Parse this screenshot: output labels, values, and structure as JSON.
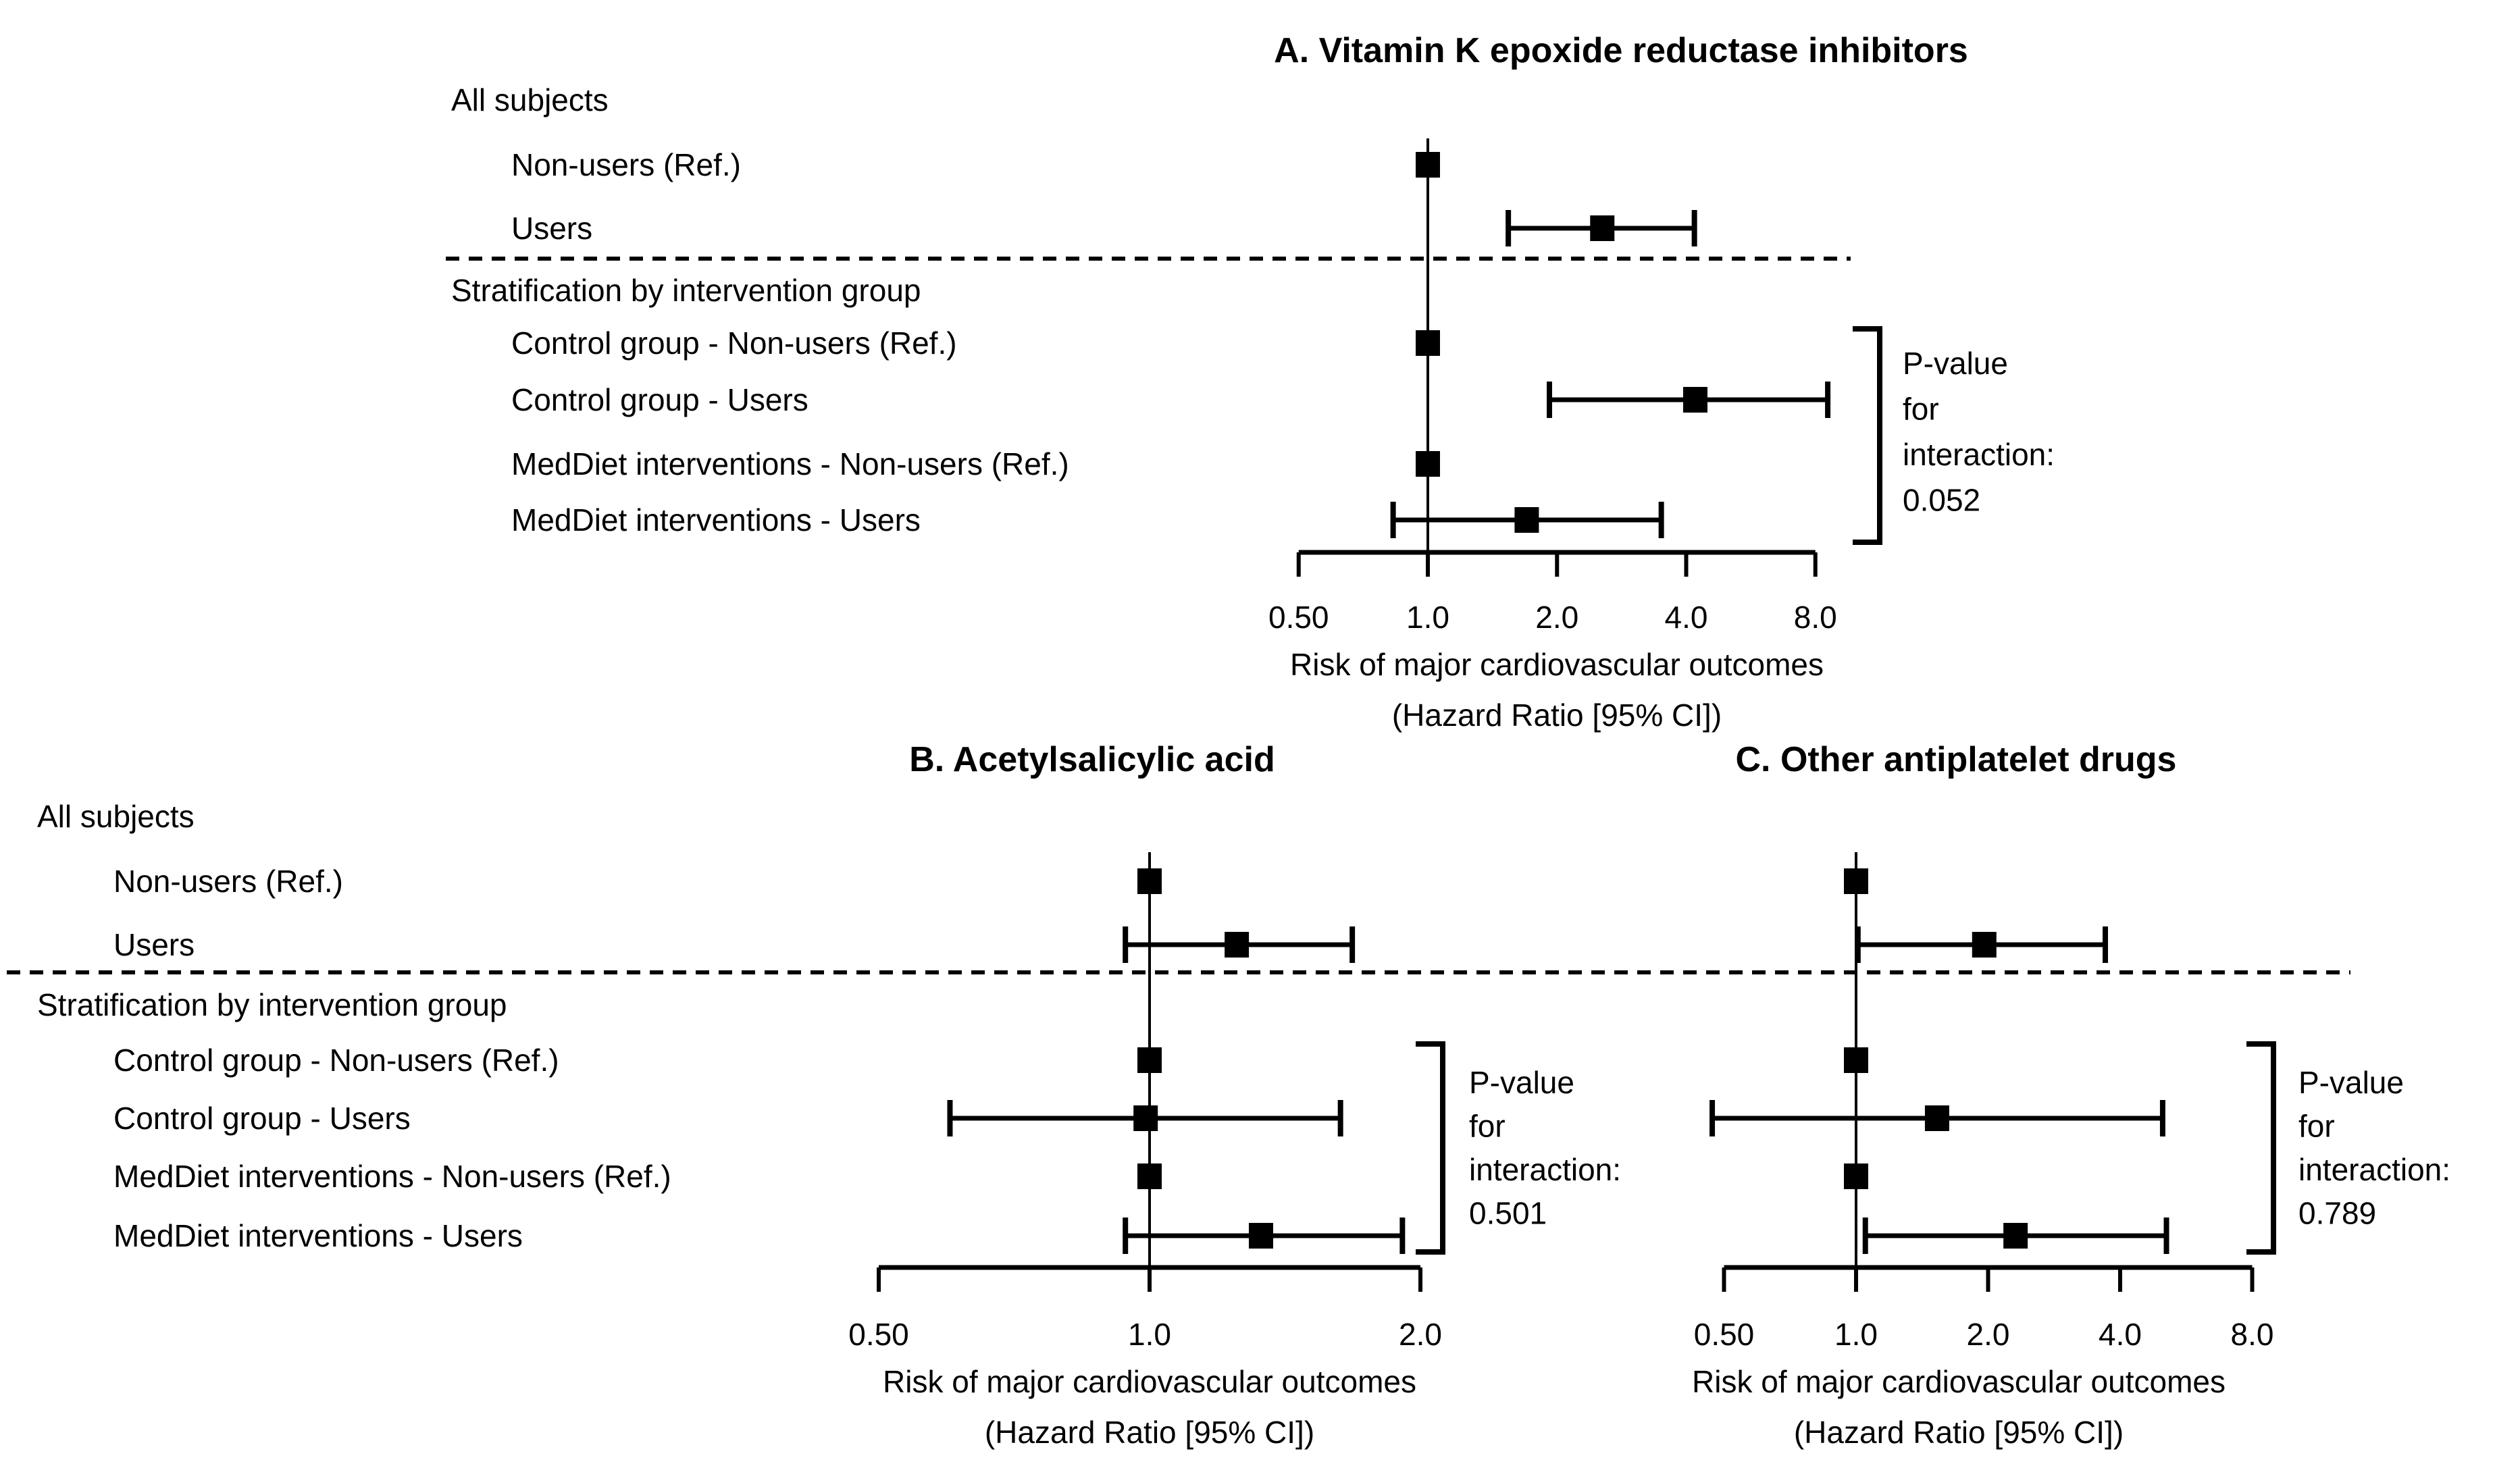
{
  "figure": {
    "background": "#ffffff",
    "ink": "#000000",
    "kind": "forest-plot-figure"
  },
  "chart_data": [
    {
      "type": "forest",
      "id": "A",
      "title": "A. Vitamin K epoxide reductase inhibitors",
      "x_axis": {
        "scale": "log2",
        "tick_values": [
          0.5,
          1.0,
          2.0,
          4.0,
          8.0
        ],
        "tick_labels": [
          "0.50",
          "1.0",
          "2.0",
          "4.0",
          "8.0"
        ],
        "title_line1": "Risk of major cardiovascular outcomes",
        "title_line2": "(Hazard Ratio [95% CI])"
      },
      "ref_value": 1.0,
      "interaction": {
        "lines": [
          "P-value",
          "for",
          "interaction:"
        ],
        "value": "0.052"
      },
      "rows": [
        {
          "kind": "section",
          "label": "All subjects"
        },
        {
          "kind": "ref",
          "label": "Non-users (Ref.)",
          "hr": 1.0
        },
        {
          "kind": "estimate",
          "label": "Users",
          "hr": 2.55,
          "lo": 1.54,
          "hi": 4.18
        },
        {
          "kind": "separator"
        },
        {
          "kind": "section",
          "label": "Stratification by intervention group"
        },
        {
          "kind": "ref",
          "label": "Control group - Non-users (Ref.)",
          "hr": 1.0
        },
        {
          "kind": "estimate",
          "label": "Control group - Users",
          "hr": 4.2,
          "lo": 1.92,
          "hi": 8.55
        },
        {
          "kind": "ref",
          "label": "MedDiet interventions - Non-users (Ref.)",
          "hr": 1.0
        },
        {
          "kind": "estimate",
          "label": "MedDiet interventions - Users",
          "hr": 1.7,
          "lo": 0.83,
          "hi": 3.5
        }
      ]
    },
    {
      "type": "forest",
      "id": "B",
      "title": "B. Acetylsalicylic acid",
      "x_axis": {
        "scale": "log2",
        "tick_values": [
          0.5,
          1.0,
          2.0
        ],
        "tick_labels": [
          "0.50",
          "1.0",
          "2.0"
        ],
        "title_line1": "Risk of major cardiovascular outcomes",
        "title_line2": "(Hazard Ratio [95% CI])"
      },
      "ref_value": 1.0,
      "interaction": {
        "lines": [
          "P-value",
          "for",
          "interaction:"
        ],
        "value": "0.501"
      },
      "rows": [
        {
          "kind": "section",
          "label": "All subjects"
        },
        {
          "kind": "ref",
          "label": "Non-users (Ref.)",
          "hr": 1.0
        },
        {
          "kind": "estimate",
          "label": "Users",
          "hr": 1.25,
          "lo": 0.94,
          "hi": 1.68
        },
        {
          "kind": "separator"
        },
        {
          "kind": "section",
          "label": "Stratification by intervention group"
        },
        {
          "kind": "ref",
          "label": "Control group - Non-users (Ref.)",
          "hr": 1.0
        },
        {
          "kind": "estimate",
          "label": "Control group - Users",
          "hr": 0.99,
          "lo": 0.6,
          "hi": 1.63
        },
        {
          "kind": "ref",
          "label": "MedDiet interventions - Non-users (Ref.)",
          "hr": 1.0
        },
        {
          "kind": "estimate",
          "label": "MedDiet interventions - Users",
          "hr": 1.33,
          "lo": 0.94,
          "hi": 1.91
        }
      ]
    },
    {
      "type": "forest",
      "id": "C",
      "title": "C. Other antiplatelet drugs",
      "x_axis": {
        "scale": "log2",
        "tick_values": [
          0.5,
          1.0,
          2.0,
          4.0,
          8.0
        ],
        "tick_labels": [
          "0.50",
          "1.0",
          "2.0",
          "4.0",
          "8.0"
        ],
        "title_line1": "Risk of major cardiovascular outcomes",
        "title_line2": "(Hazard Ratio [95% CI])"
      },
      "ref_value": 1.0,
      "interaction": {
        "lines": [
          "P-value",
          "for",
          "interaction:"
        ],
        "value": "0.789"
      },
      "rows": [
        {
          "kind": "section",
          "label": "All subjects"
        },
        {
          "kind": "ref",
          "label": "Non-users (Ref.)",
          "hr": 1.0
        },
        {
          "kind": "estimate",
          "label": "Users",
          "hr": 1.96,
          "lo": 1.01,
          "hi": 3.7
        },
        {
          "kind": "separator"
        },
        {
          "kind": "section",
          "label": "Stratification by intervention group"
        },
        {
          "kind": "ref",
          "label": "Control group - Non-users (Ref.)",
          "hr": 1.0
        },
        {
          "kind": "estimate",
          "label": "Control group - Users",
          "hr": 1.53,
          "lo": 0.47,
          "hi": 5.0
        },
        {
          "kind": "ref",
          "label": "MedDiet interventions - Non-users (Ref.)",
          "hr": 1.0
        },
        {
          "kind": "estimate",
          "label": "MedDiet interventions - Users",
          "hr": 2.31,
          "lo": 1.05,
          "hi": 5.1
        }
      ]
    }
  ]
}
